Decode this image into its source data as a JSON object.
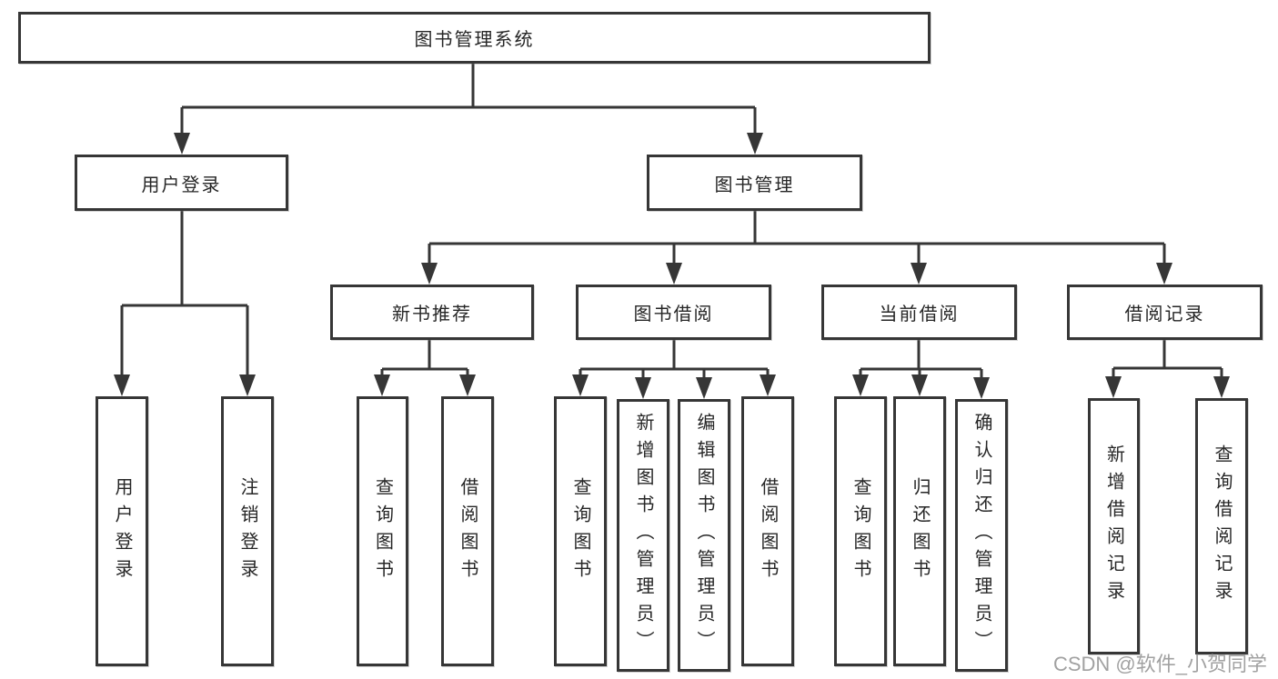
{
  "diagram": {
    "root": "图书管理系统",
    "user_login": {
      "label": "用户登录",
      "children": [
        "用户登录",
        "注销登录"
      ]
    },
    "book_management": {
      "label": "图书管理",
      "sections": {
        "new_books": {
          "label": "新书推荐",
          "children": [
            "查询图书",
            "借阅图书"
          ]
        },
        "book_borrow": {
          "label": "图书借阅",
          "children": [
            "查询图书",
            "新增图书（管理员）",
            "编辑图书（管理员）",
            "借阅图书"
          ]
        },
        "current_borrow": {
          "label": "当前借阅",
          "children": [
            "查询图书",
            "归还图书",
            "确认归还（管理员）"
          ]
        },
        "borrow_records": {
          "label": "借阅记录",
          "children": [
            "新增借阅记录",
            "查询借阅记录"
          ]
        }
      }
    }
  },
  "watermark": "CSDN @软件_小贺同学",
  "colors": {
    "line": "#363636",
    "box_border": "#363636",
    "box_fill": "#ffffff",
    "text": "#262626",
    "watermark": "#919191",
    "background": "#ffffff"
  }
}
